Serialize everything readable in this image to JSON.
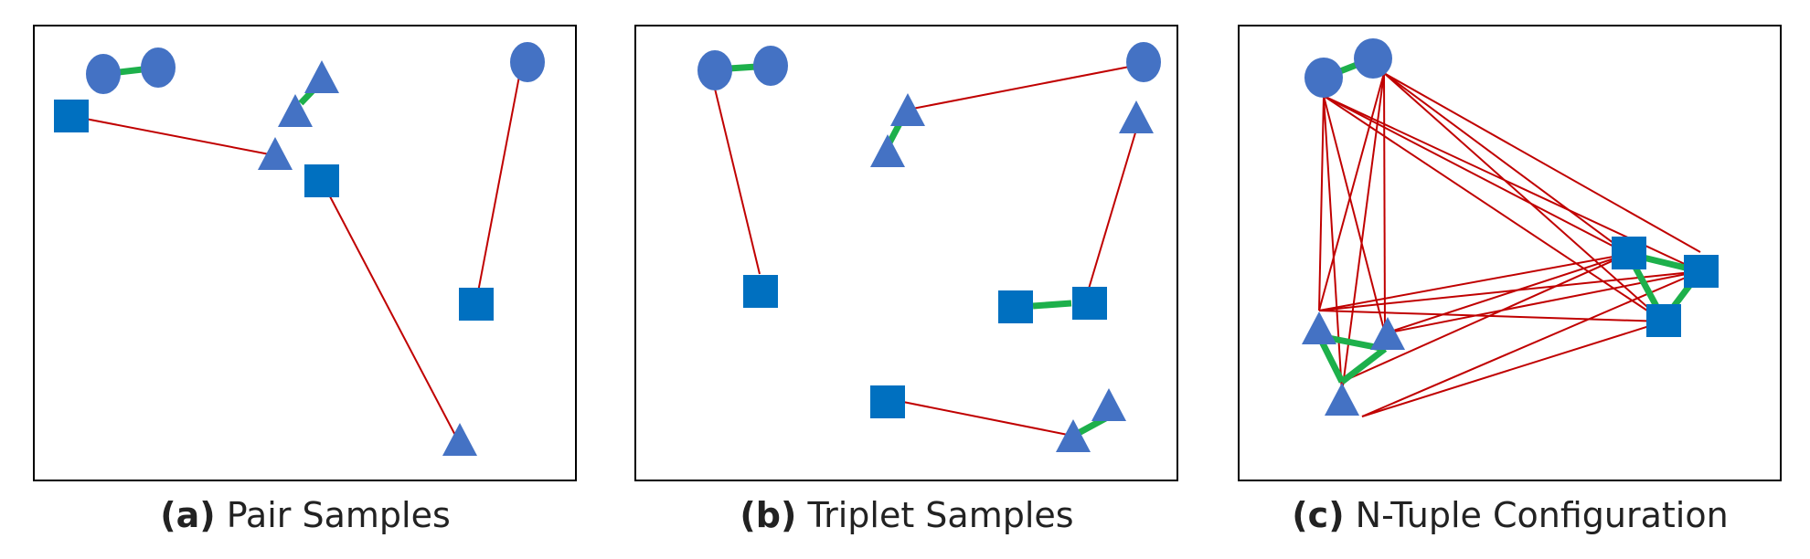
{
  "colors": {
    "node": "#4472C4",
    "square_node": "#0070C0",
    "positive_link": "#1DB04B",
    "negative_link": "#C00000",
    "frame": "#000000"
  },
  "panels": [
    {
      "id": "a",
      "label": "(a)",
      "title": "Pair Samples"
    },
    {
      "id": "b",
      "label": "(b)",
      "title": "Triplet Samples"
    },
    {
      "id": "c",
      "label": "(c)",
      "title": "N-Tuple Configuration"
    }
  ]
}
